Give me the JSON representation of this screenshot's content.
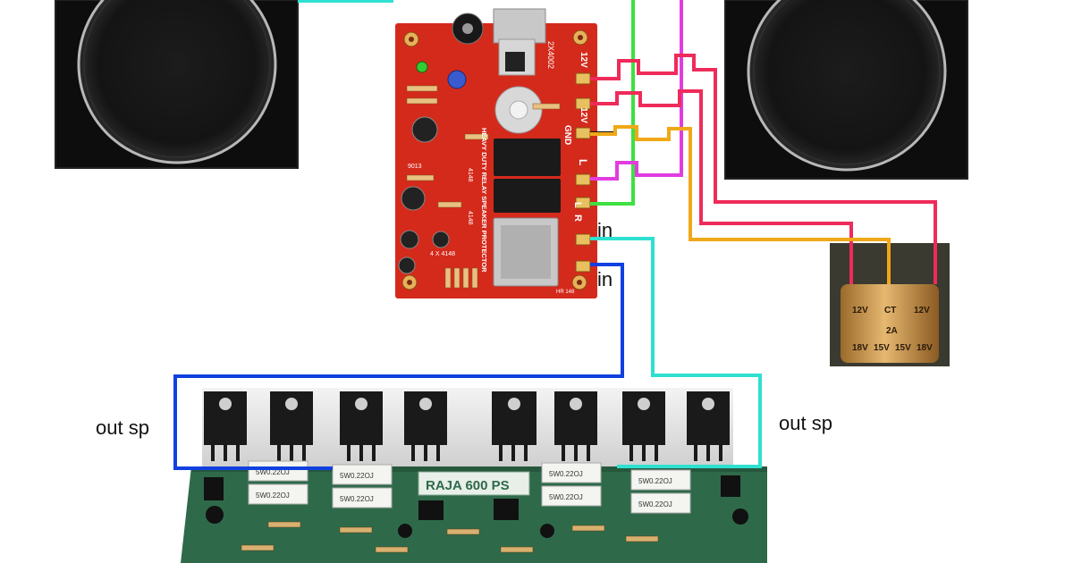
{
  "labels": {
    "in_top": "in",
    "in_bottom": "in",
    "out_left": "out sp",
    "out_right": "out sp"
  },
  "protector_board": {
    "silk_main": "HEAVY DUTY RELAY SPEAKER PROTECTOR",
    "silk_diodes": "2X4002",
    "pin_12v_a": "12V",
    "pin_12v_b": "12V",
    "pin_gnd": "GND",
    "pin_out_l": "L",
    "pin_in_l": "L",
    "pin_in_r": "R",
    "silk_diode_a": "4148",
    "silk_diode_b": "4148",
    "silk_diode_c": "4 X 4148",
    "silk_transistor": "9013",
    "silk_code": "HR 148"
  },
  "transformer": {
    "top_left": "12V",
    "top_center": "CT",
    "top_right": "12V",
    "rating": "2A",
    "bottom_1": "18V",
    "bottom_2": "15V",
    "bottom_3": "15V",
    "bottom_4": "18V"
  },
  "amp_board": {
    "title": "RAJA 600 PS",
    "resistors": [
      "5W0.22OJ",
      "5W0.22OJ",
      "5W0.22OJ",
      "5W0.22OJ",
      "5W0.22OJ",
      "5W0.22OJ",
      "5W0.22OJ",
      "5W0.22OJ"
    ]
  },
  "wire_colors": {
    "ac_12v": "#ee2b5a",
    "center_tap": "#f0a818",
    "gnd": "#111111",
    "speaker_out": "#e23ce0",
    "speaker_out_2": "#3fe040",
    "input_left": "#2ee0d0",
    "input_right": "#1040e0"
  },
  "icons": [
    "speaker-icon",
    "relay-icon",
    "transistor-icon",
    "capacitor-icon",
    "heatsink-icon",
    "led-icon"
  ]
}
